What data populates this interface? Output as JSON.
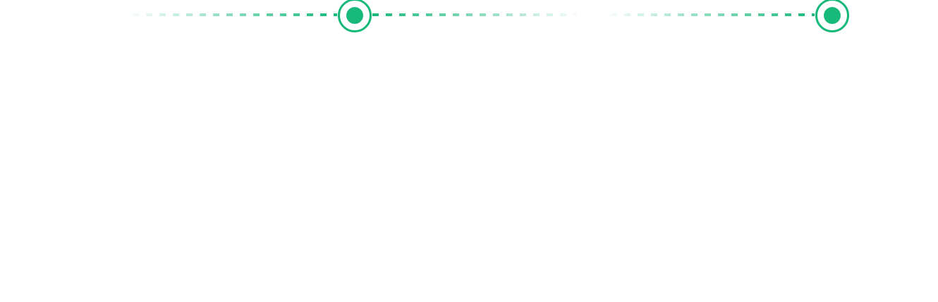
{
  "timeline": {
    "accent_color": "#17b97a",
    "background_color": "#ffffff",
    "connectors": [
      {
        "name": "connector-left-1",
        "fade": "in"
      },
      {
        "name": "connector-right-1",
        "fade": "out"
      },
      {
        "name": "connector-left-2",
        "fade": "in"
      }
    ],
    "markers": [
      {
        "name": "timeline-marker-1",
        "icon": "target-dot-icon"
      },
      {
        "name": "timeline-marker-2",
        "icon": "target-dot-icon"
      }
    ]
  }
}
